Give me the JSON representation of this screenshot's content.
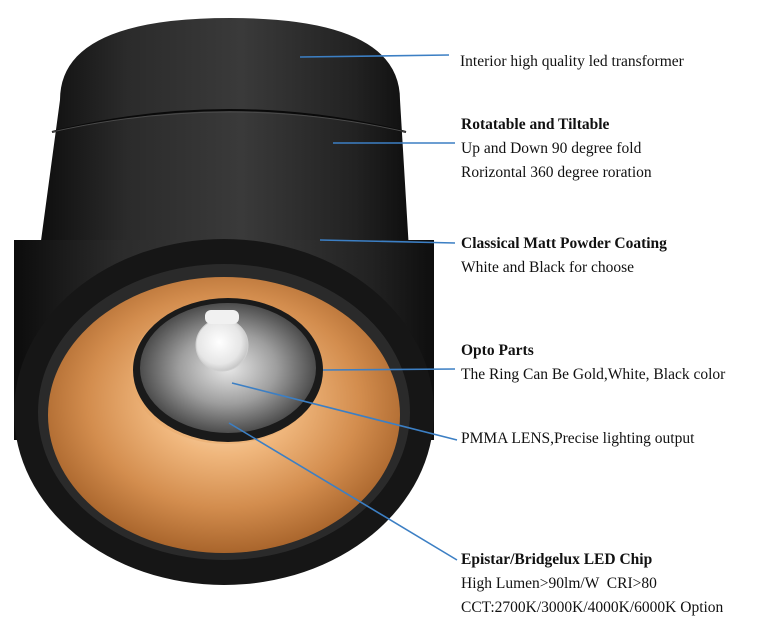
{
  "callouts": [
    {
      "id": "transformer",
      "title": "",
      "lines": [
        "Interior high quality led transformer"
      ]
    },
    {
      "id": "rotatable",
      "title": "Rotatable and Tiltable",
      "lines": [
        "Up and Down 90 degree fold",
        "Rorizontal 360 degree roration"
      ]
    },
    {
      "id": "coating",
      "title": "Classical Matt Powder Coating",
      "lines": [
        "White and Black for choose"
      ]
    },
    {
      "id": "opto",
      "title": "Opto Parts",
      "lines": [
        "The Ring Can Be Gold,White, Black color"
      ]
    },
    {
      "id": "lens",
      "title": "",
      "lines": [
        "PMMA LENS,Precise lighting output"
      ]
    },
    {
      "id": "chip",
      "title": "Epistar/Bridgelux LED Chip",
      "lines": [
        "High Lumen>90lm/W  CRI>80",
        "CCT:2700K/3000K/4000K/6000K Option"
      ]
    }
  ],
  "colors": {
    "leader_line": "#3c7fc4",
    "housing": "#1e1e1e",
    "reflector": "#d9a36c",
    "text": "#111111"
  }
}
